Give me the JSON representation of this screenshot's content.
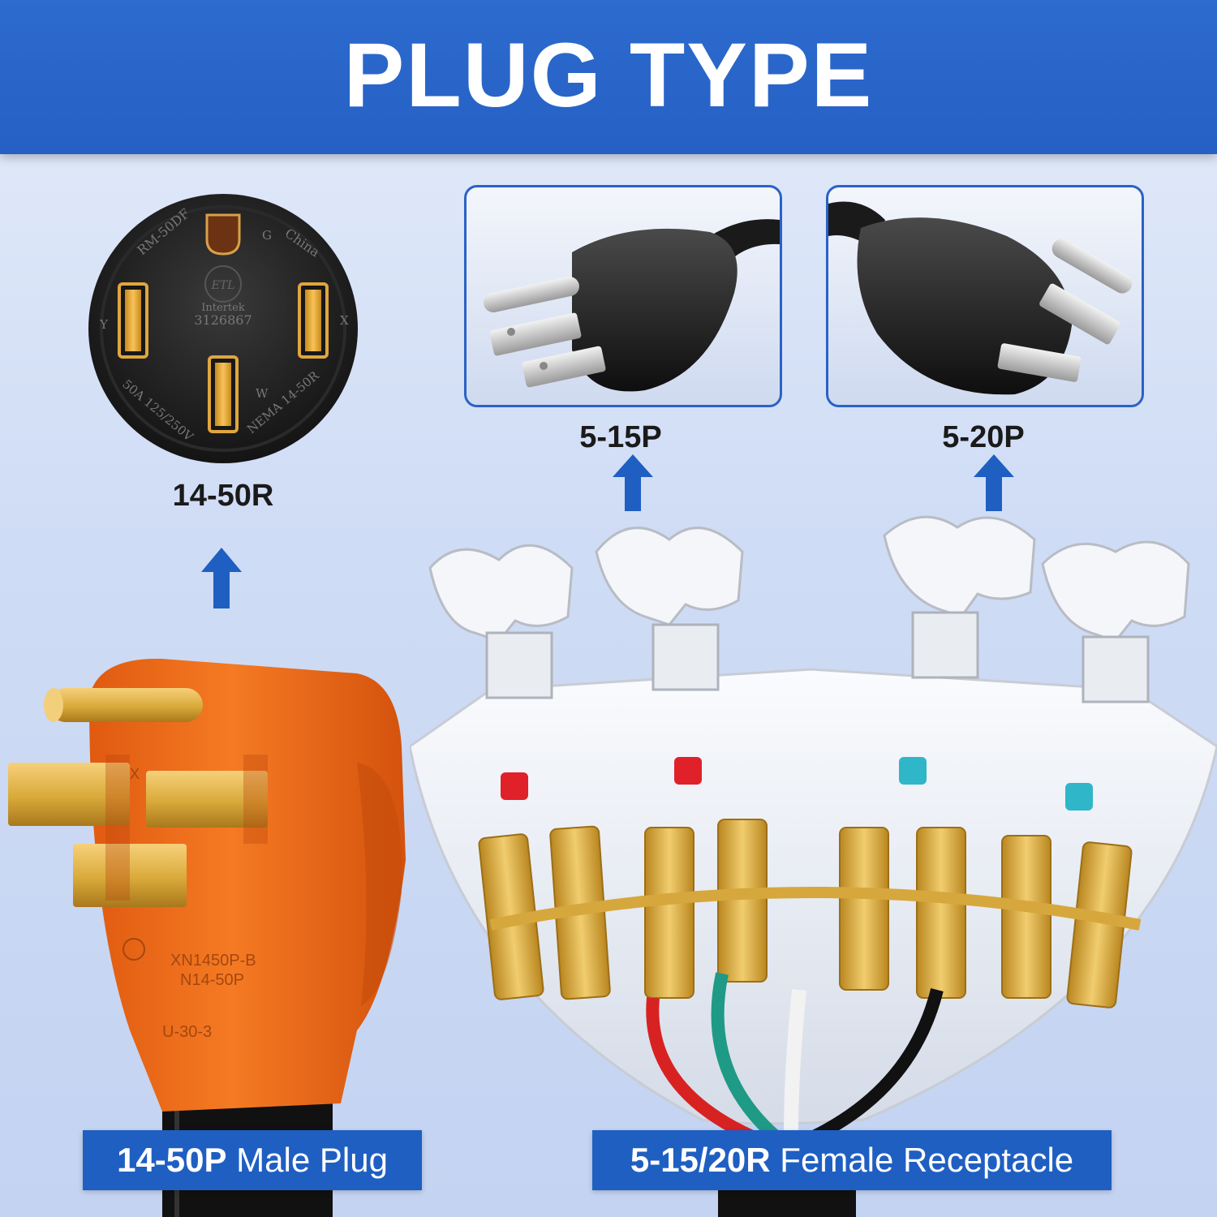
{
  "header": {
    "title": "PLUG TYPE"
  },
  "receptacle_14_50r": {
    "label": "14-50R",
    "face_text": {
      "top_left": "RM-50DF",
      "top_right": "China",
      "g": "G",
      "y": "Y",
      "x": "X",
      "w": "W",
      "cert_line1": "Intertek",
      "cert_line2": "3126867",
      "bottom_left": "50A 125/250V",
      "bottom_right": "NEMA 14-50R"
    }
  },
  "plug_5_15p": {
    "label": "5-15P"
  },
  "plug_5_20p": {
    "label": "5-20P"
  },
  "male_plug": {
    "prefix": "14-50P",
    "suffix": " Male Plug",
    "body_text": {
      "line1": "XN1450P-B",
      "line2": "N14-50P",
      "line3": "U-30-3",
      "x": "X"
    }
  },
  "female_receptacle": {
    "prefix": "5-15/20R",
    "suffix": " Female Receptacle"
  },
  "colors": {
    "header_blue": "#2660c4",
    "label_blue": "#1f5fc2",
    "plug_orange": "#f26a1b",
    "brass": "#d9a93a"
  }
}
